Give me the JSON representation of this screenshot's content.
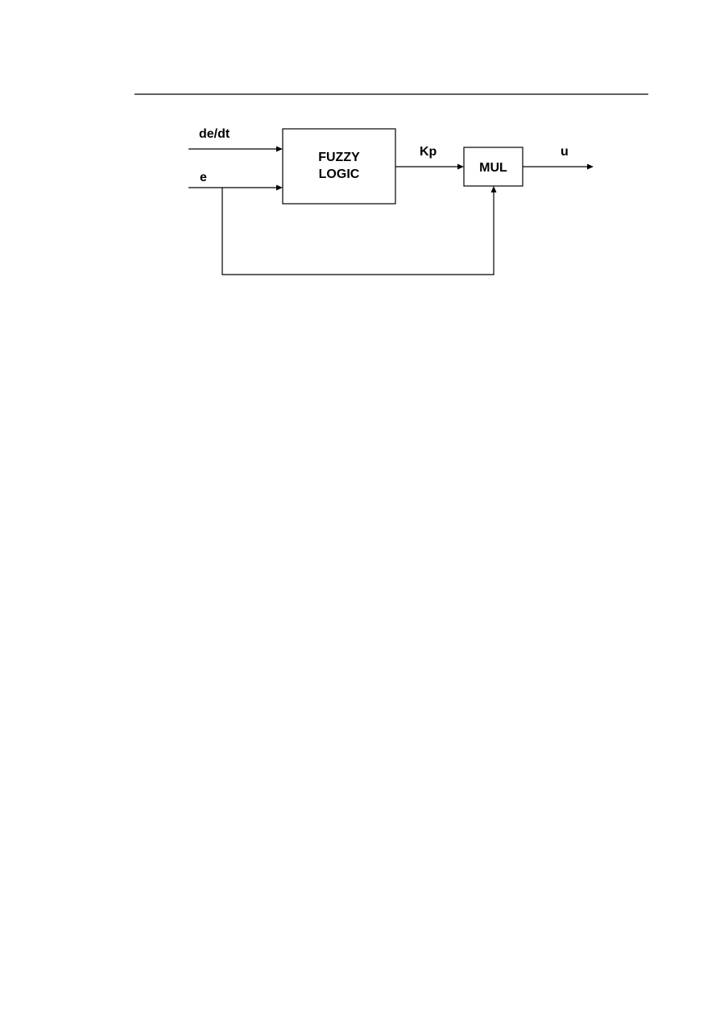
{
  "diagram": {
    "inputs": {
      "derivative_label": "de/dt",
      "error_label": "e"
    },
    "fuzzy_block": {
      "line1": "FUZZY",
      "line2": "LOGIC"
    },
    "gain_label": "Kp",
    "multiplier_block": {
      "label": "MUL"
    },
    "output_label": "u"
  }
}
